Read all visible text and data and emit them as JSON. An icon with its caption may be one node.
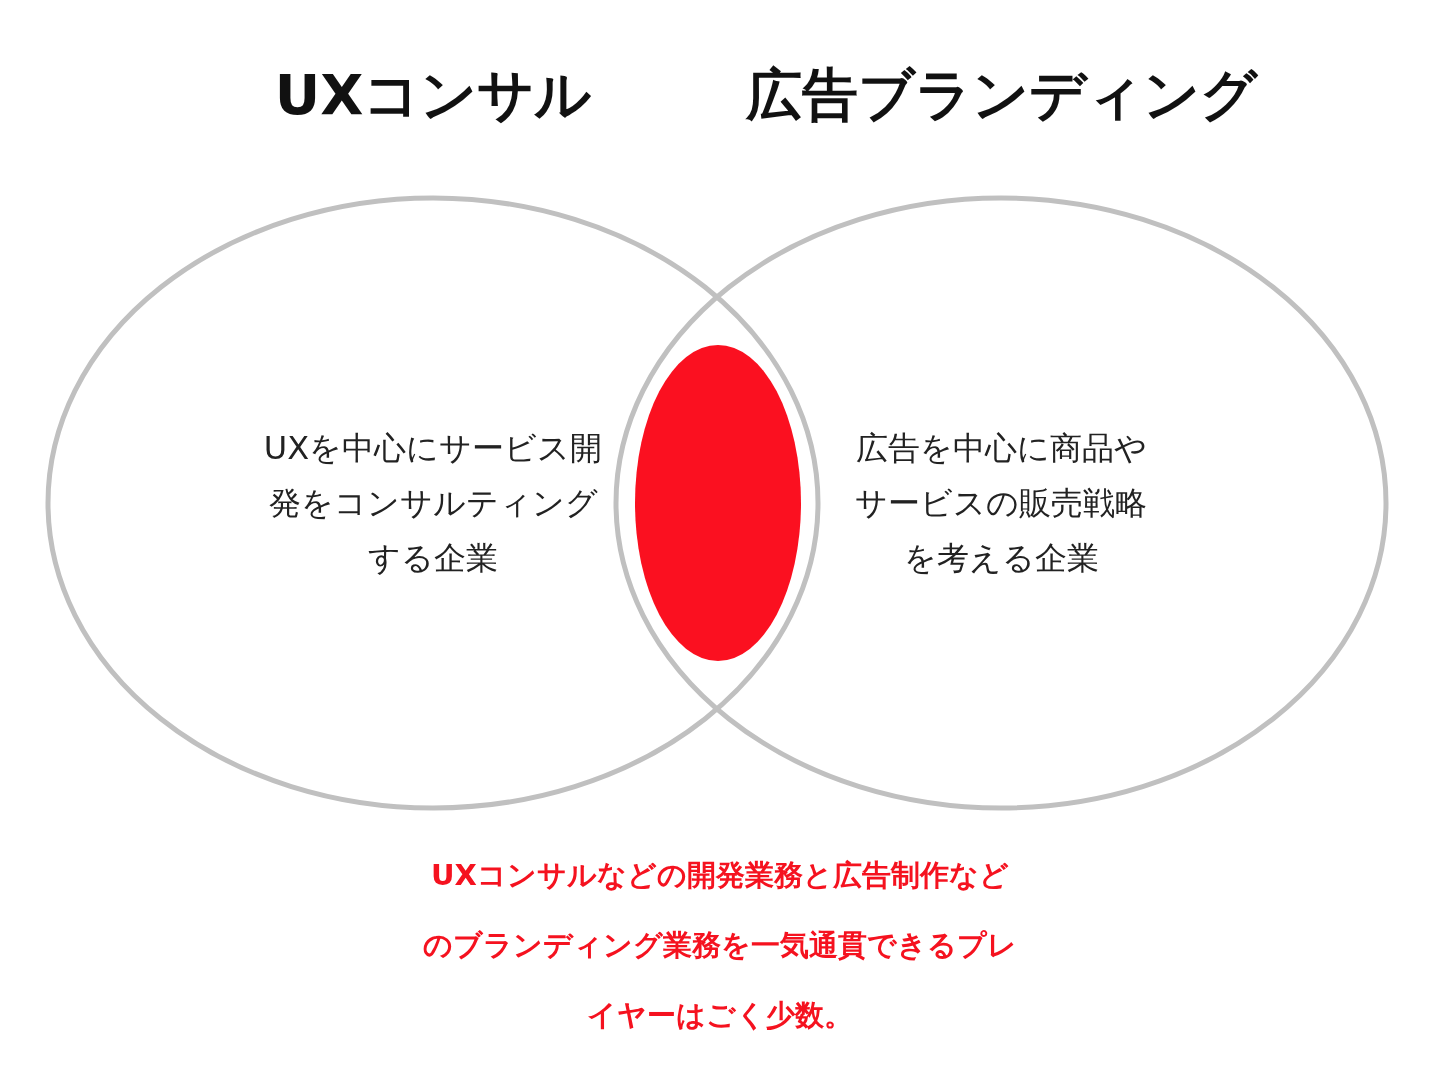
{
  "diagram": {
    "nodes": [
      {
        "text": [
          "UXコンサル",
          "UXを中心にサービス開発をコンサルティングする企業"
        ]
      },
      {
        "text": [
          "広告ブランディング",
          "広告を中心に商品やサービスの販売戦略を考える企業"
        ]
      },
      {
        "text": [],
        "shape": "circle"
      }
    ],
    "caption": "UXコンサルなどの開発業務と広告制作などのブランディング業務を一気通貫できるプレイヤーはごく少数。"
  }
}
